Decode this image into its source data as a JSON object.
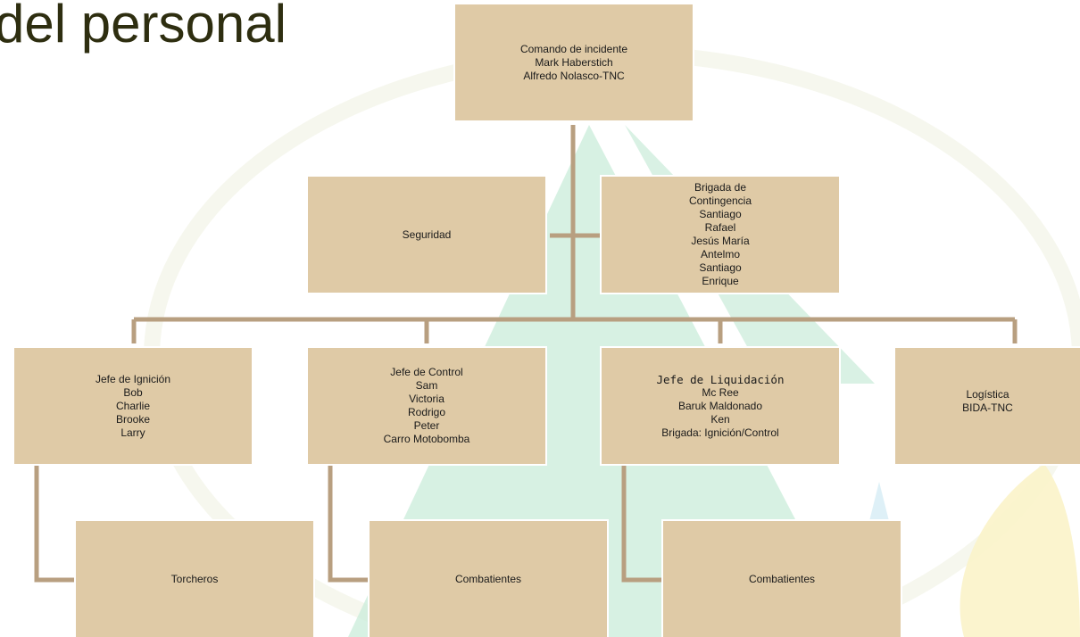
{
  "slide_title": "del personal",
  "colors": {
    "box": "#dfcaa6",
    "connector": "#b89f80",
    "watermark_green": "#c9ecd9",
    "watermark_yellow": "#fbf3c9"
  },
  "boxes": {
    "commander": {
      "lines": [
        "Comando de incidente",
        "Mark Haberstich",
        "Alfredo Nolasco-TNC"
      ]
    },
    "safety": {
      "lines": [
        "Seguridad"
      ]
    },
    "contingency": {
      "lines": [
        "Brigada de",
        "Contingencia",
        "Santiago",
        "Rafael",
        "Jesús María",
        "Antelmo",
        "Santiago",
        "Enrique"
      ]
    },
    "ignition_chief": {
      "lines": [
        "Jefe de Ignición",
        "Bob",
        "Charlie",
        "Brooke",
        "Larry"
      ]
    },
    "control_chief": {
      "lines": [
        "Jefe de Control",
        "Sam",
        "Victoria",
        "Rodrigo",
        "Peter",
        "Carro Motobomba"
      ]
    },
    "liquidation_chief": {
      "lines": [
        "Jefe de Liquidación",
        "Mc Ree",
        "Baruk Maldonado",
        "Ken",
        "Brigada: Ignición/Control"
      ]
    },
    "logistics": {
      "lines": [
        "Logística",
        "BIDA-TNC"
      ]
    },
    "torcheros": {
      "lines": [
        "Torcheros"
      ]
    },
    "combatants_control": {
      "lines": [
        "Combatientes"
      ]
    },
    "combatants_liquidation": {
      "lines": [
        "Combatientes"
      ]
    }
  }
}
